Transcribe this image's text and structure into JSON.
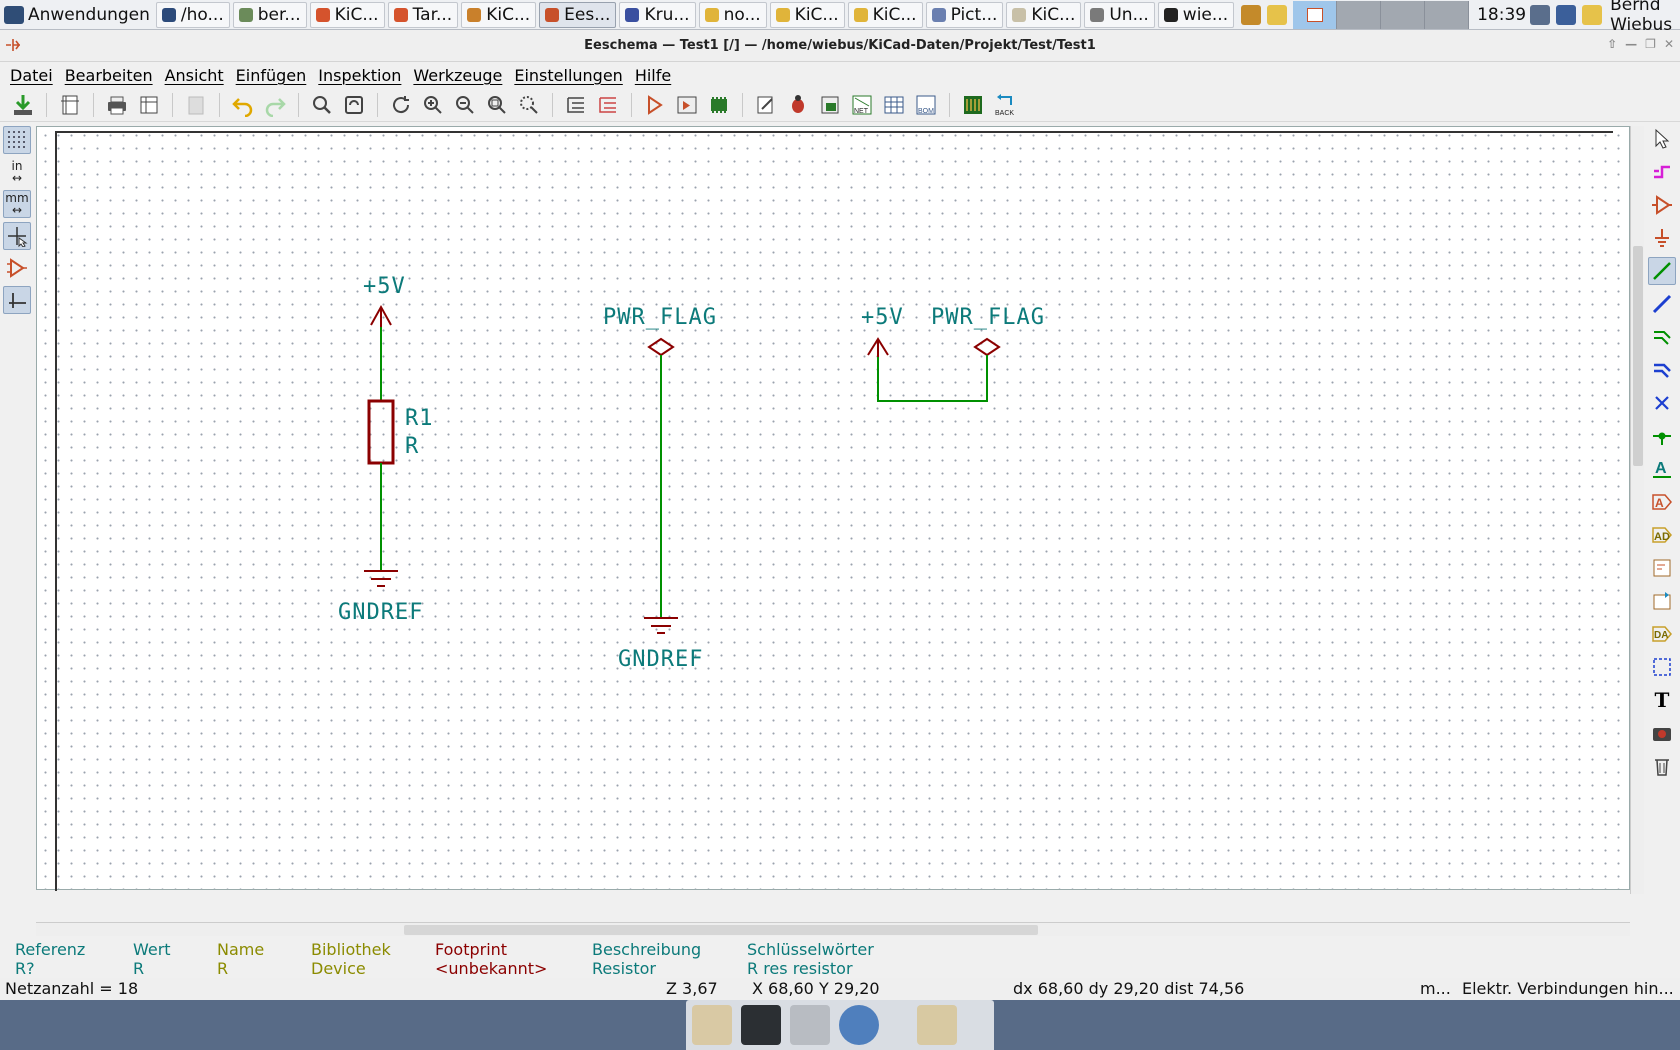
{
  "panel": {
    "apps_label": "Anwendungen",
    "tasks": [
      {
        "label": "/ho...",
        "color": "#2c4a7a"
      },
      {
        "label": "ber...",
        "color": "#6b8b5a"
      },
      {
        "label": "KiC...",
        "color": "#d5532d"
      },
      {
        "label": "Tar...",
        "color": "#d5532d"
      },
      {
        "label": "KiC...",
        "color": "#c9802b"
      },
      {
        "label": "Ees...",
        "color": "#c7502a"
      },
      {
        "label": "Kru...",
        "color": "#3a4fa0"
      },
      {
        "label": "no...",
        "color": "#e0b43a"
      },
      {
        "label": "KiC...",
        "color": "#e0b43a"
      },
      {
        "label": "KiC...",
        "color": "#e0b43a"
      },
      {
        "label": "Pict...",
        "color": "#6a7fb0"
      },
      {
        "label": "KiC...",
        "color": "#c8c0a8"
      },
      {
        "label": "Un...",
        "color": "#7a7a7a"
      },
      {
        "label": "wie...",
        "color": "#222222"
      }
    ],
    "active_task_index": 5,
    "clock": "18:39",
    "user": "Bernd Wiebus"
  },
  "window": {
    "title": "Eeschema — Test1 [/] — /home/wiebus/KiCad-Daten/Projekt/Test/Test1"
  },
  "menu": [
    "Datei",
    "Bearbeiten",
    "Ansicht",
    "Einfügen",
    "Inspektion",
    "Werkzeuge",
    "Einstellungen",
    "Hilfe"
  ],
  "left_toolbar": {
    "units_in_label": "in",
    "units_mm_label": "mm"
  },
  "schematic": {
    "power_5v_1": "+5V",
    "ref_r1": "R1",
    "value_r": "R",
    "gndref_1": "GNDREF",
    "pwr_flag_1": "PWR_FLAG",
    "gndref_2": "GNDREF",
    "power_5v_2": "+5V",
    "pwr_flag_2": "PWR_FLAG",
    "colors": {
      "wire": "#009000",
      "symbol": "#8b0000",
      "text": "#0c7a7a"
    }
  },
  "message_panel": {
    "columns": [
      {
        "header": "Referenz",
        "value": "R?",
        "color": "#0c7a7a"
      },
      {
        "header": "Wert",
        "value": "R",
        "color": "#0c7a7a"
      },
      {
        "header": "Name",
        "value": "R",
        "color": "#8b8b00"
      },
      {
        "header": "Bibliothek",
        "value": "Device",
        "color": "#8b8b00"
      },
      {
        "header": "Footprint",
        "value": "<unbekannt>",
        "color": "#8b0000"
      },
      {
        "header": "Beschreibung",
        "value": "Resistor",
        "color": "#0c7a7a"
      },
      {
        "header": "Schlüsselwörter",
        "value": "R res resistor",
        "color": "#0c7a7a"
      }
    ]
  },
  "status": {
    "net_count": "Netzanzahl = 18",
    "zoom": "Z 3,67",
    "xy": "X 68,60  Y 29,20",
    "delta": "dx 68,60  dy 29,20  dist 74,56",
    "units": "m...",
    "message": "Elektr. Verbindungen hin..."
  }
}
